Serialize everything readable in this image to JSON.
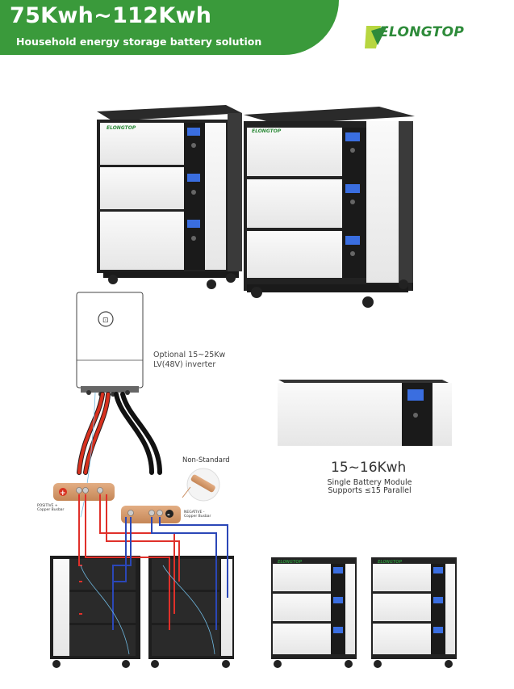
{
  "banner": {
    "title": "75Kwh~112Kwh",
    "subtitle": "Household energy storage battery solution"
  },
  "brand": {
    "name": "ELONGTOP",
    "colors": {
      "green": "#3a9a3b",
      "black": "#1e1e1e",
      "white_panel": "#f2f2f2",
      "copper": "#c98c5e"
    }
  },
  "inverter": {
    "label_line1": "Optional 15~25Kw",
    "label_line2": "LV(48V) inverter"
  },
  "module": {
    "capacity": "15~16Kwh",
    "desc_line1": "Single Battery Module",
    "desc_line2": "Supports ≤15 Parallel"
  },
  "busbars": {
    "non_standard": "Non-Standard",
    "positive_line1": "POSITIVE +",
    "positive_line2": "Copper Busbar",
    "negative_line1": "NEGATIVE -",
    "negative_line2": "Copper Busbar"
  },
  "icons": [
    "elongtop-logo-icon",
    "inverter-icon",
    "battery-cabinet-icon",
    "battery-module-icon",
    "copper-busbar-icon",
    "cable-icon"
  ]
}
